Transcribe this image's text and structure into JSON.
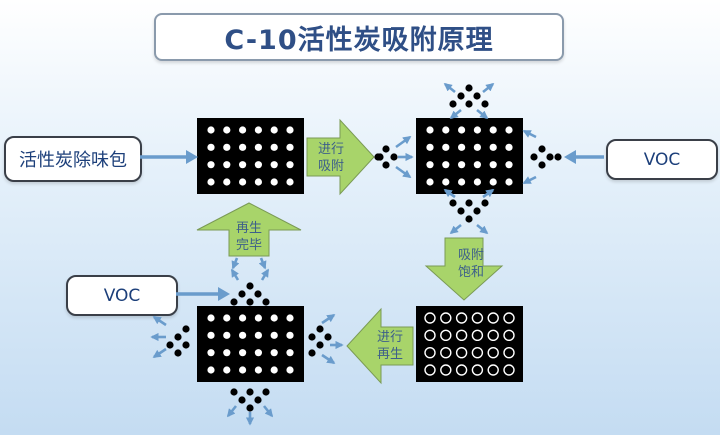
{
  "title": "C-10活性炭吸附原理",
  "labels": {
    "carbon_pack": "活性炭除味包",
    "voc_right": "VOC",
    "voc_left": "VOC"
  },
  "arrows": {
    "adsorb_top": [
      "进行",
      "吸附"
    ],
    "saturated": [
      "吸附",
      "饱和"
    ],
    "regenerate": [
      "进行",
      "再生"
    ],
    "regen_done": [
      "再生",
      "完毕"
    ]
  },
  "colors": {
    "title_text": "#2f4f86",
    "arrow_green": "#a8d46a",
    "small_arrow_blue": "#6a9ccc",
    "block_black": "#000000"
  }
}
